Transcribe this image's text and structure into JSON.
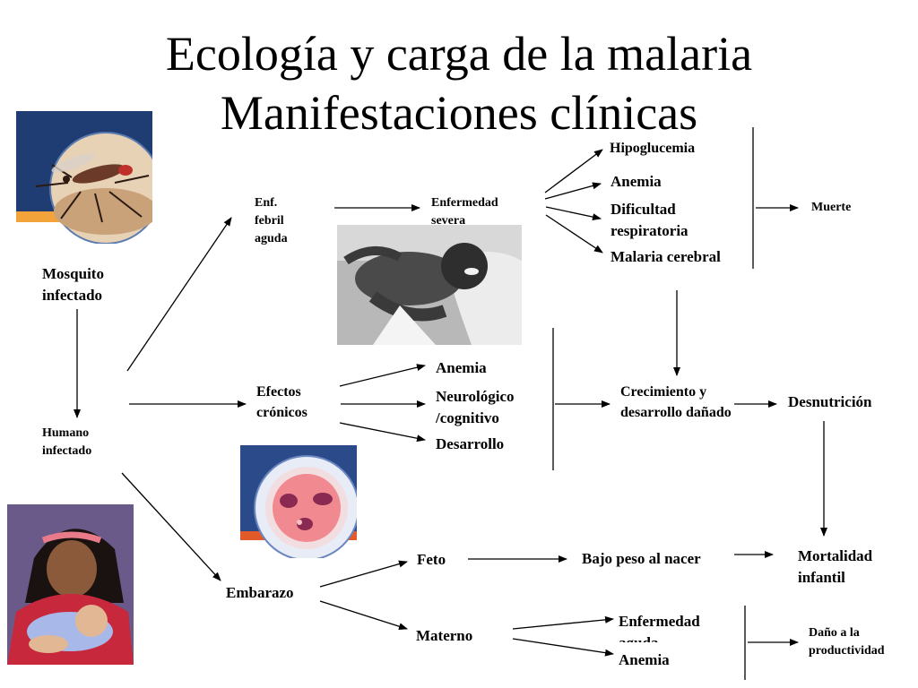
{
  "title": {
    "line1": "Ecología y carga de la malaria",
    "line2": "Manifestaciones clínicas"
  },
  "nodes": {
    "mosquito": "Mosquito infectado",
    "human": "Humano infectado",
    "fever": "Enf. febril aguda",
    "severe": "Enfermedad severa",
    "hypoglycemia": "Hipoglucemia",
    "anemia_severe": "Anemia",
    "respiratory": "Dificultad respiratoria",
    "cerebral": "Malaria cerebral",
    "death": "Muerte",
    "chronic": "Efectos crónicos",
    "anemia_chronic": "Anemia",
    "neuro": "Neurológico /cognitivo",
    "development": "Desarrollo",
    "growth": "Crecimiento y desarrollo dañado",
    "malnutrition": "Desnutrición",
    "pregnancy": "Embarazo",
    "fetus": "Feto",
    "maternal": "Materno",
    "low_birth_weight": "Bajo peso al nacer",
    "infant_mortality": "Mortalidad infantil",
    "acute_illness": "Enfermedad aguda",
    "anemia_maternal": "Anemia",
    "productivity": "Daño a la productividad"
  },
  "images": {
    "mosquito": "mosquito-photo",
    "child": "sick-child-photo",
    "blood_cell": "infected-blood-cell-micrograph",
    "mother": "breastfeeding-mother-photo"
  },
  "colors": {
    "ink": "#000000",
    "banner_blue": "#1f3d73",
    "banner_orange": "#f2a33a",
    "cell_pink": "#f08a90",
    "mother_shirt": "#c8283c"
  }
}
